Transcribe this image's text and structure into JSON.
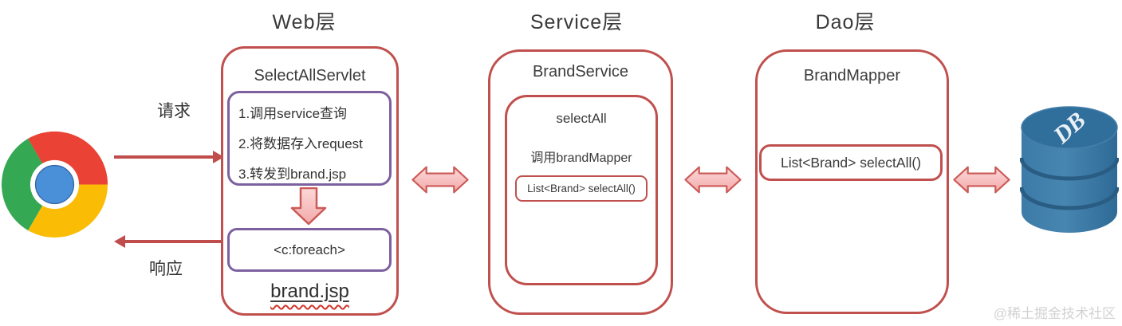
{
  "labels": {
    "request": "请求",
    "response": "响应"
  },
  "layers": {
    "web": {
      "title": "Web层",
      "component": "SelectAllServlet",
      "steps": [
        "1.调用service查询",
        "2.将数据存入request",
        "3.转发到brand.jsp"
      ],
      "foreach_tag": "<c:foreach>",
      "page": "brand.jsp"
    },
    "service": {
      "title": "Service层",
      "component": "BrandService",
      "method": "selectAll",
      "call": "调用brandMapper",
      "signature": "List<Brand> selectAll()"
    },
    "dao": {
      "title": "Dao层",
      "component": "BrandMapper",
      "signature": "List<Brand> selectAll()"
    }
  },
  "database": {
    "label": "DB"
  },
  "watermark": "@稀土掘金技术社区",
  "colors": {
    "box_red": "#c0504d",
    "box_purple": "#7d60a0",
    "arrow_pink_fill": "#f6b9b9",
    "arrow_line": "#bf4d4b",
    "db_blue": "#38759f",
    "chrome_red": "#ea4335",
    "chrome_green": "#34a853",
    "chrome_yellow": "#fbbc05",
    "chrome_blue": "#4285f4"
  }
}
